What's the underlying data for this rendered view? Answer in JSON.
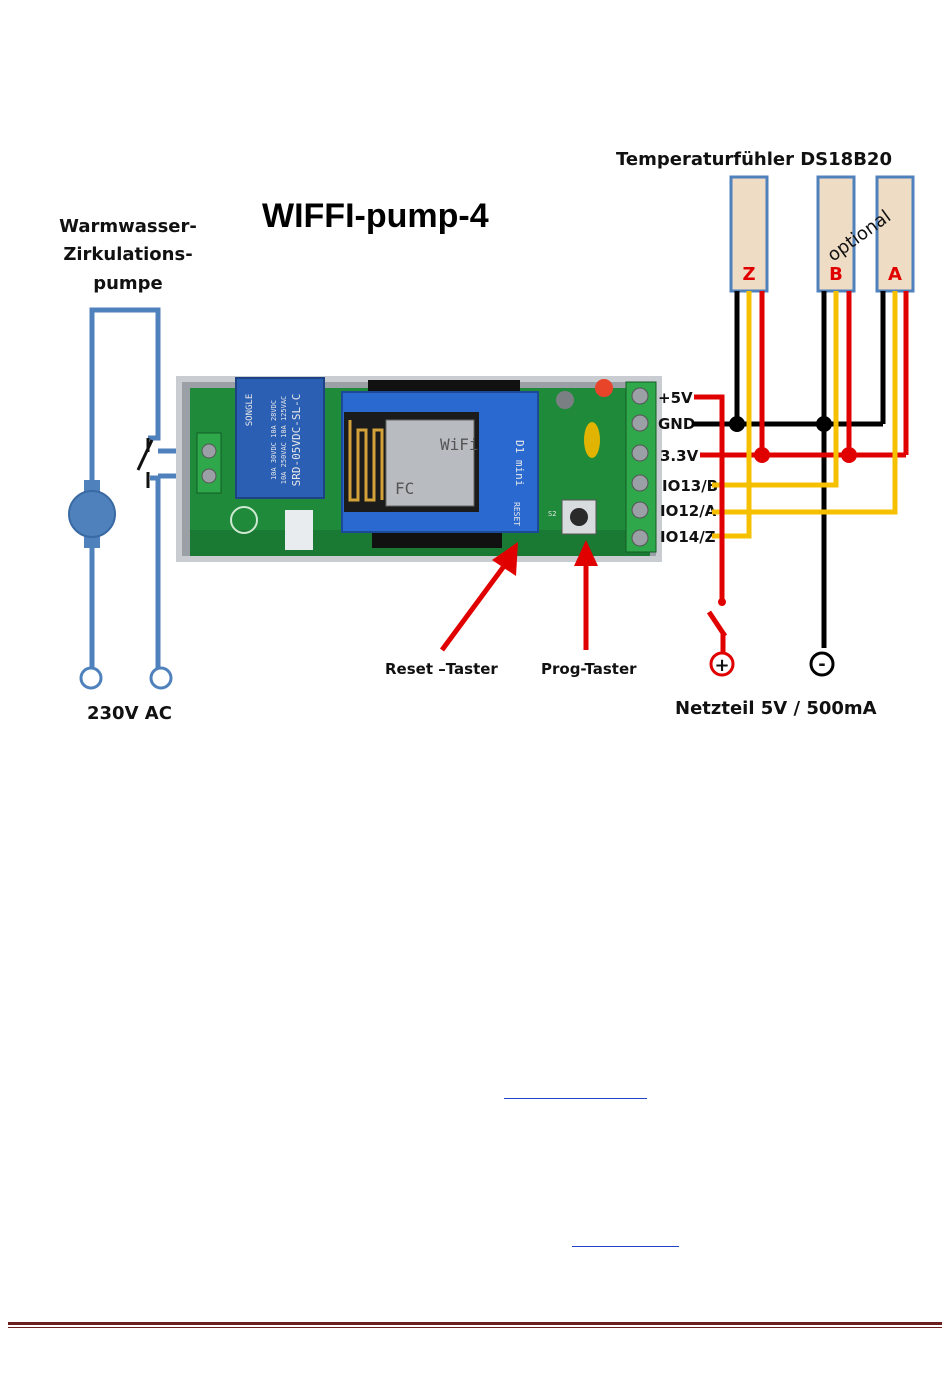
{
  "diagram": {
    "title": "WIFFI-pump-4",
    "pump_label_lines": [
      "Warmwasser-",
      "Zirkulations-",
      "pumpe"
    ],
    "mains_label": "230V AC",
    "sensor_header": "Temperaturfühler DS18B20",
    "sensors": [
      "Z",
      "B",
      "A"
    ],
    "optional_label": "optional",
    "terminals": [
      "+5V",
      "GND",
      "3.3V",
      "IO13/B",
      "IO12/A",
      "IO14/Z"
    ],
    "reset_label": "Reset –Taster",
    "prog_label": "Prog-Taster",
    "psu_label": "Netzteil 5V / 500mA",
    "psu_plus": "+",
    "psu_minus": "-",
    "relay_text": [
      "SRD-05VDC-SL-C",
      "10A 250VAC 10A 125VAC",
      "10A 30VDC 10A 28VDC",
      "SONGLE"
    ],
    "module_text": [
      "WiFi",
      "FC",
      "D1 mini",
      "RESET",
      "S2"
    ],
    "colors": {
      "wire_blue": "#4f81bd",
      "wire_red": "#e10000",
      "wire_yellow": "#f5c000",
      "wire_black": "#000000",
      "pcb_green": "#1e8a3a",
      "footer": "#6b1f1f"
    }
  }
}
